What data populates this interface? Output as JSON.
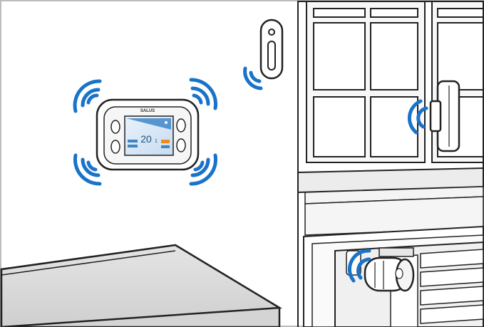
{
  "thermostat": {
    "brand": "SALUS",
    "temperature": "20",
    "temperature_decimal": "1"
  },
  "icons": {
    "thermostat": "wall-thermostat-icon",
    "door_sensor": "door-window-sensor-icon",
    "window_sensor": "window-sensor-icon",
    "radiator_valve": "thermostatic-radiator-valve-icon",
    "signal": "wireless-signal-icon"
  },
  "colors": {
    "signal_blue": "#1a73c8",
    "screen_blue": "#3f86c8",
    "screen_orange": "#f08a1c",
    "line": "#222222",
    "wall_fill": "#f2f2f2",
    "counter_fill": "#d6d6d6"
  }
}
